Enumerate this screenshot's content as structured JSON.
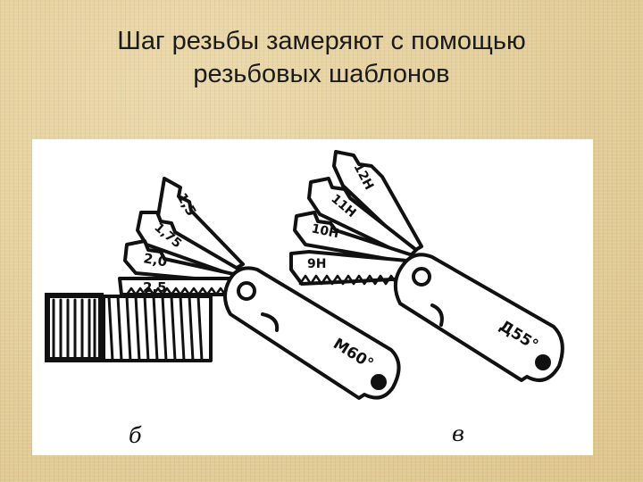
{
  "slide": {
    "title_line1": "Шаг резьбы замеряют с помощью",
    "title_line2": "резьбовых шаблонов"
  },
  "figure": {
    "left_gauge": {
      "caption": "б",
      "body_mark": "M60°",
      "blades": [
        "1,5",
        "1,75",
        "2,0",
        "2,5"
      ]
    },
    "right_gauge": {
      "caption": "в",
      "body_mark": "Д55°",
      "blades": [
        "12Н",
        "11Н",
        "10Н",
        "9Н"
      ]
    }
  }
}
